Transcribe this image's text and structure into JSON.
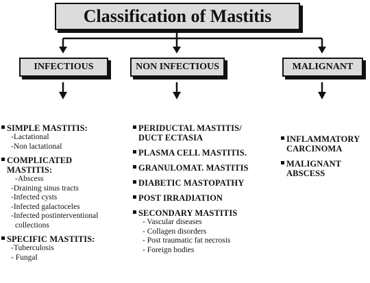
{
  "title": "Classification of Mastitis",
  "categories": [
    {
      "label": "INFECTIOUS"
    },
    {
      "label": "NON INFECTIOUS"
    },
    {
      "label": "MALIGNANT"
    }
  ],
  "infectious": {
    "simple": {
      "heading": "SIMPLE MASTITIS:",
      "items": [
        "-Lactational",
        "-Non lactational"
      ]
    },
    "complicated": {
      "heading": [
        "COMPLICATED",
        "MASTITIS:"
      ],
      "items": [
        "-Abscess",
        "-Draining sinus tracts",
        "-Infected cysts",
        "-Infected galactoceles",
        "-Infected postinterventional",
        "collections"
      ]
    },
    "specific": {
      "heading": "SPECIFIC MASTITIS:",
      "items": [
        "-Tuberculosis",
        "- Fungal"
      ]
    }
  },
  "non_infectious": {
    "periductal": [
      "PERIDUCTAL MASTITIS/",
      "DUCT ECTASIA"
    ],
    "plasma": "PLASMA CELL MASTITIS.",
    "granulomat": "GRANULOMAT. MASTITIS",
    "diabetic": "DIABETIC MASTOPATHY",
    "post_irradiation": "POST IRRADIATION",
    "secondary": {
      "heading": "SECONDARY MASTITIS",
      "items": [
        "- Vascular diseases",
        "- Collagen disorders",
        "- Post traumatic fat necrosis",
        "- Foreign bodies"
      ]
    }
  },
  "malignant": {
    "inflammatory": [
      "INFLAMMATORY",
      "CARCINOMA"
    ],
    "abscess": [
      "MALIGNANT",
      "ABSCESS"
    ]
  }
}
